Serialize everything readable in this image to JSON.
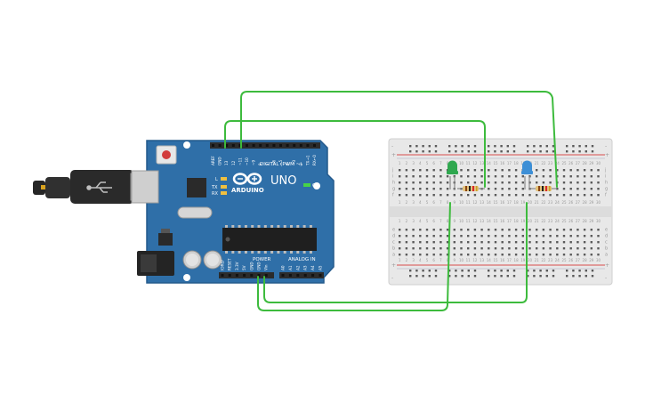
{
  "board": {
    "brand": "UNO",
    "logo_text": "ARDUINO",
    "digital_label": "DIGITAL (PWM ~)",
    "digital_pins": [
      "AREF",
      "GND",
      "13",
      "12",
      "~11",
      "~10",
      "~9",
      "8",
      "7",
      "~6",
      "~5",
      "4",
      "~3",
      "2",
      "TX→1",
      "RX←0"
    ],
    "power_label": "POWER",
    "power_pins": [
      "IOREF",
      "RESET",
      "3.3V",
      "5V",
      "GND",
      "GND",
      "Vin"
    ],
    "analog_label": "ANALOG IN",
    "analog_pins": [
      "A0",
      "A1",
      "A2",
      "A3",
      "A4",
      "A5"
    ],
    "on_label": "ON",
    "tx_label": "TX",
    "rx_label": "RX",
    "l_label": "L"
  },
  "breadboard": {
    "row_letters_top": [
      "j",
      "i",
      "h",
      "g",
      "f"
    ],
    "row_letters_bottom": [
      "e",
      "d",
      "c",
      "b",
      "a"
    ],
    "columns": [
      "1",
      "2",
      "3",
      "4",
      "5",
      "6",
      "7",
      "8",
      "9",
      "10",
      "11",
      "12",
      "13",
      "14",
      "15",
      "16",
      "17",
      "18",
      "19",
      "20",
      "21",
      "22",
      "23",
      "24",
      "25",
      "26",
      "27",
      "28",
      "29",
      "30"
    ],
    "rail_plus": "+",
    "rail_minus": "-"
  },
  "components": {
    "led_left_color": "#2fa84f",
    "led_right_color": "#3d8fd6",
    "wire_color": "#3dbb3d"
  },
  "colors": {
    "pcb": "#2f6fa8",
    "pcb_dark": "#245a8c",
    "header": "#2b2b2b"
  }
}
